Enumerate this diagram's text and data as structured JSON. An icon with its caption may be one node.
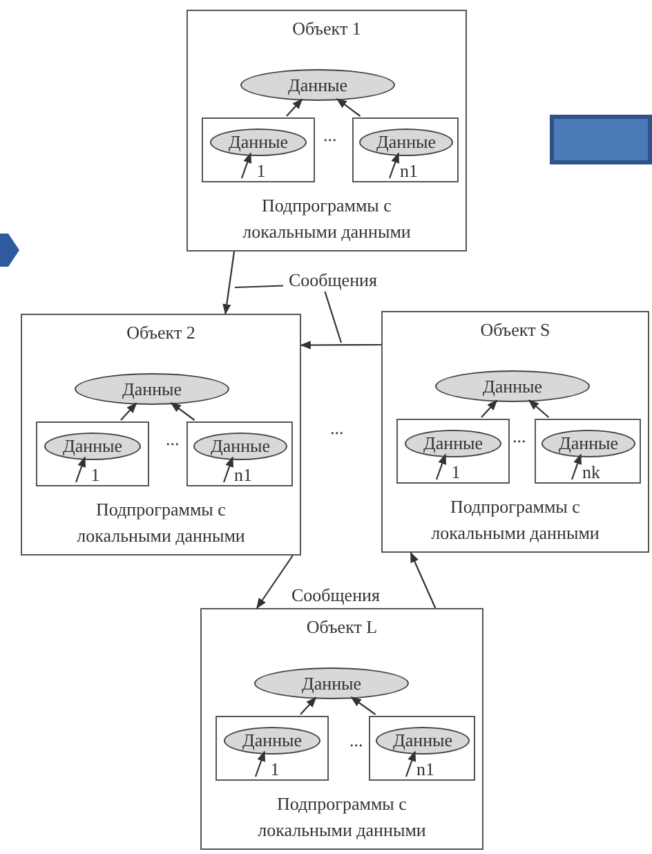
{
  "diagram": {
    "nodes": [
      {
        "text": [
          "Объект 1",
          "Подпрограммы с локальными данными"
        ]
      },
      {
        "text": [
          "Данные"
        ],
        "in": 0
      },
      {
        "text": [],
        "shape": "box",
        "in": 0
      },
      {
        "text": [
          "Данные"
        ],
        "in": 2
      },
      {
        "text": [
          "1"
        ],
        "in": 2
      },
      {
        "text": [],
        "shape": "box",
        "in": 0
      },
      {
        "text": [
          "Данные"
        ],
        "in": 5
      },
      {
        "text": [
          "n1"
        ],
        "in": 5
      },
      {
        "text": [
          "Сообщения"
        ]
      },
      {
        "text": [
          "Объект 2",
          "Подпрограммы с локальными данными"
        ]
      },
      {
        "text": [
          "Данные"
        ],
        "in": 9
      },
      {
        "text": [],
        "shape": "box",
        "in": 9
      },
      {
        "text": [
          "Данные"
        ],
        "in": 11
      },
      {
        "text": [
          "1"
        ],
        "in": 11
      },
      {
        "text": [],
        "shape": "box",
        "in": 9
      },
      {
        "text": [
          "Данные"
        ],
        "in": 14
      },
      {
        "text": [
          "n1"
        ],
        "in": 14
      },
      {
        "text": [
          "Объект S",
          "Подпрограммы с локальными данными"
        ]
      },
      {
        "text": [
          "Данные"
        ],
        "in": 17
      },
      {
        "text": [],
        "shape": "box",
        "in": 17
      },
      {
        "text": [
          "Данные"
        ],
        "in": 19
      },
      {
        "text": [
          "1"
        ],
        "in": 19
      },
      {
        "text": [],
        "shape": "box",
        "in": 17
      },
      {
        "text": [
          "Данные"
        ],
        "in": 22
      },
      {
        "text": [
          "nk"
        ],
        "in": 22
      },
      {
        "text": [
          "Объект L",
          "Подпрограммы с локальными данными"
        ]
      },
      {
        "text": [
          "Данные"
        ],
        "in": 25
      },
      {
        "text": [],
        "shape": "box",
        "in": 25
      },
      {
        "text": [
          "Данные"
        ],
        "in": 27
      },
      {
        "text": [
          "1"
        ],
        "in": 27
      },
      {
        "text": [],
        "shape": "box",
        "in": 25
      },
      {
        "text": [
          "Данные"
        ],
        "in": 30
      },
      {
        "text": [
          "n1"
        ],
        "in": 30
      },
      {
        "text": [],
        "shape": "chevron"
      },
      {
        "text": [],
        "shape": "box"
      }
    ],
    "edges": [
      {
        "from": 4,
        "to": 3,
        "arrow": "to"
      },
      {
        "from": 7,
        "to": 6,
        "arrow": "to"
      },
      {
        "from": 2,
        "to": 1,
        "arrow": "to"
      },
      {
        "from": 5,
        "to": 1,
        "arrow": "to"
      },
      {
        "from": 8,
        "to": null,
        "arrow": "none"
      },
      {
        "from": 8,
        "to": null,
        "arrow": "none"
      },
      {
        "from": 0,
        "to": 9,
        "arrow": "to"
      },
      {
        "from": 17,
        "to": 9,
        "arrow": "to"
      },
      {
        "from": 13,
        "to": 12,
        "arrow": "to"
      },
      {
        "from": 16,
        "to": 15,
        "arrow": "to"
      },
      {
        "from": 11,
        "to": 10,
        "arrow": "to"
      },
      {
        "from": 14,
        "to": 10,
        "arrow": "to"
      },
      {
        "from": 21,
        "to": 20,
        "arrow": "to"
      },
      {
        "from": 24,
        "to": 23,
        "arrow": "to"
      },
      {
        "from": 19,
        "to": 18,
        "arrow": "to"
      },
      {
        "from": 22,
        "to": 18,
        "arrow": "to"
      },
      {
        "from": 9,
        "to": 25,
        "arrow": "to"
      },
      {
        "from": 25,
        "to": 17,
        "arrow": "to"
      },
      {
        "from": 29,
        "to": 28,
        "arrow": "to"
      },
      {
        "from": 32,
        "to": 31,
        "arrow": "to"
      },
      {
        "from": 27,
        "to": 26,
        "arrow": "to"
      },
      {
        "from": 30,
        "to": 26,
        "arrow": "to"
      }
    ],
    "labels": [
      "...",
      "...",
      "...",
      "...",
      "Сообщения",
      "..."
    ]
  }
}
